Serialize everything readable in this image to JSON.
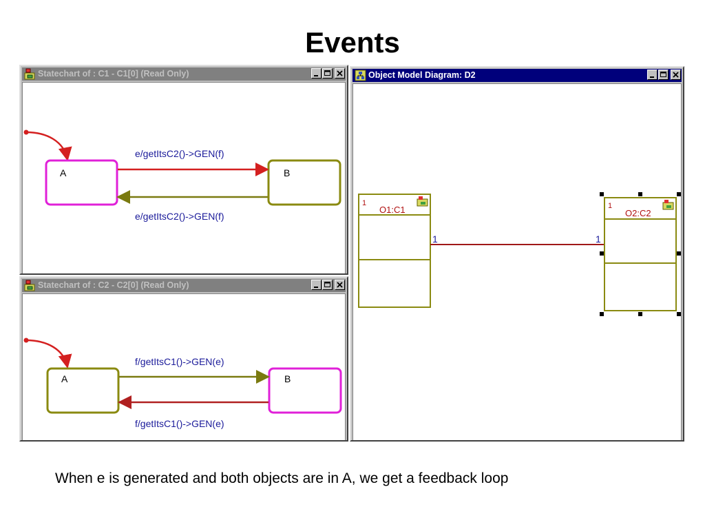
{
  "slide": {
    "title": "Events",
    "caption": "When e is generated and both objects are in A, we get a feedback loop"
  },
  "statechart1": {
    "title": "Statechart of : C1 - C1[0] (Read Only)",
    "states": [
      "A",
      "B"
    ],
    "label_top": "e/getItsC2()->GEN(f)",
    "label_bottom": "e/getItsC2()->GEN(f)"
  },
  "statechart2": {
    "title": "Statechart of : C2 - C2[0] (Read Only)",
    "states": [
      "A",
      "B"
    ],
    "label_top": "f/getItsC1()->GEN(e)",
    "label_bottom": "f/getItsC1()->GEN(e)"
  },
  "omd": {
    "title": "Object Model Diagram: D2",
    "object1": {
      "name": "O1:C1",
      "multiplicity": "1"
    },
    "object2": {
      "name": "O2:C2",
      "multiplicity": "1"
    },
    "association": {
      "end1": "1",
      "end2": "1"
    }
  },
  "colors": {
    "active_state": "#e020d8",
    "inactive_state": "#8a8a10",
    "transition_red": "#d42020",
    "transition_olive": "#7a7a10",
    "association": "#a01818",
    "label_blue": "#1a1a9a"
  }
}
